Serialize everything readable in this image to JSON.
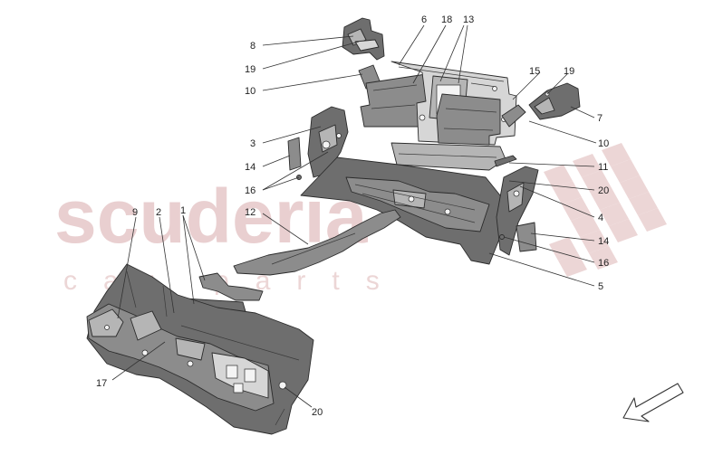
{
  "watermark": {
    "brand": "scuderia",
    "sub": "car parts",
    "color": "#e9cfd0"
  },
  "callouts": [
    {
      "id": "c-8",
      "text": "8"
    },
    {
      "id": "c-19a",
      "text": "19"
    },
    {
      "id": "c-10a",
      "text": "10"
    },
    {
      "id": "c-6",
      "text": "6"
    },
    {
      "id": "c-18",
      "text": "18"
    },
    {
      "id": "c-13",
      "text": "13"
    },
    {
      "id": "c-15",
      "text": "15"
    },
    {
      "id": "c-19b",
      "text": "19"
    },
    {
      "id": "c-7",
      "text": "7"
    },
    {
      "id": "c-10b",
      "text": "10"
    },
    {
      "id": "c-3",
      "text": "3"
    },
    {
      "id": "c-14a",
      "text": "14"
    },
    {
      "id": "c-16a",
      "text": "16"
    },
    {
      "id": "c-11",
      "text": "11"
    },
    {
      "id": "c-20a",
      "text": "20"
    },
    {
      "id": "c-4",
      "text": "4"
    },
    {
      "id": "c-12",
      "text": "12"
    },
    {
      "id": "c-14b",
      "text": "14"
    },
    {
      "id": "c-16b",
      "text": "16"
    },
    {
      "id": "c-9",
      "text": "9"
    },
    {
      "id": "c-2",
      "text": "2"
    },
    {
      "id": "c-1",
      "text": "1"
    },
    {
      "id": "c-5",
      "text": "5"
    },
    {
      "id": "c-17",
      "text": "17"
    },
    {
      "id": "c-20b",
      "text": "20"
    }
  ],
  "direction_arrow_icon": "front-direction-arrow-icon"
}
